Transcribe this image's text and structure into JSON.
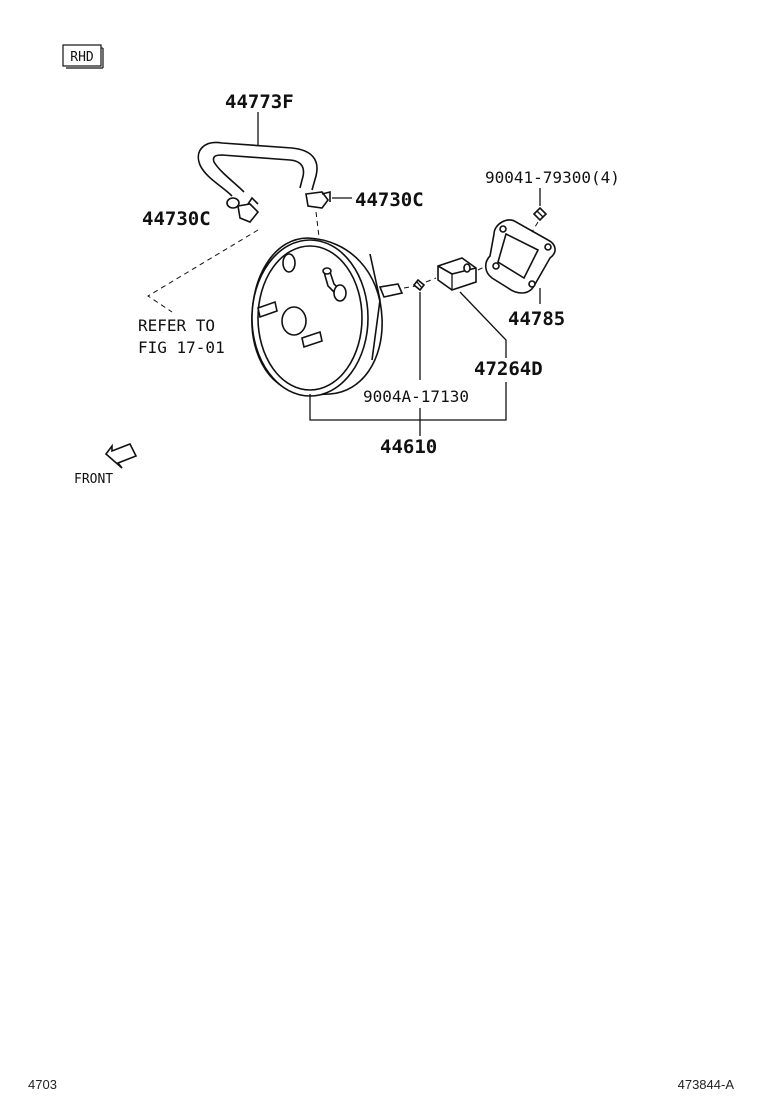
{
  "badge": {
    "text": "RHD"
  },
  "labels": {
    "hose": "44773F",
    "clip_left": "44730C",
    "clip_right": "44730C",
    "nut_4": "90041-79300(4)",
    "gasket": "44785",
    "clevis": "47264D",
    "nut": "9004A-17130",
    "booster": "44610",
    "refer_line1": "REFER TO",
    "refer_line2": "FIG 17-01"
  },
  "front_arrow": {
    "text": "FRONT"
  },
  "footer": {
    "left": "4703",
    "right": "473844-A"
  }
}
